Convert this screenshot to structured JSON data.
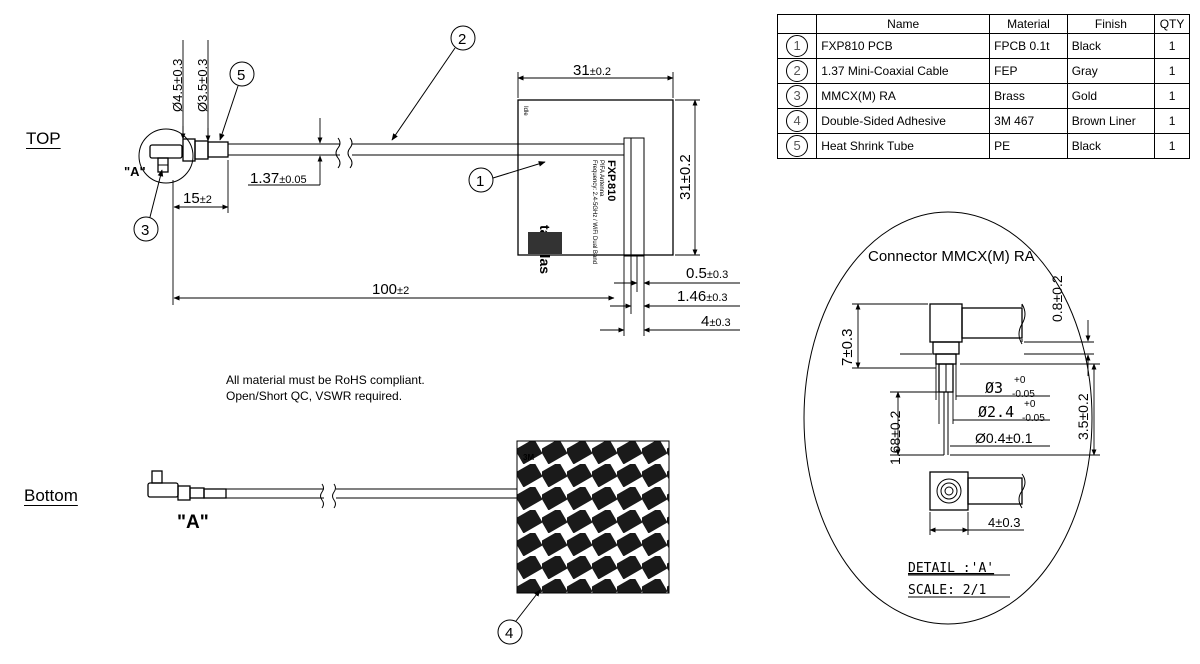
{
  "views": {
    "top_label": "TOP",
    "bottom_label": "Bottom"
  },
  "notes": {
    "line1": "All material must be RoHS compliant.",
    "line2": "Open/Short QC, VSWR required."
  },
  "bom": {
    "headers": [
      "",
      "Name",
      "Material",
      "Finish",
      "QTY"
    ],
    "rows": [
      {
        "num": "1",
        "name": "FXP810  PCB",
        "material": "FPCB 0.1t",
        "finish": "Black",
        "qty": "1"
      },
      {
        "num": "2",
        "name": "1.37 Mini-Coaxial Cable",
        "material": "FEP",
        "finish": "Gray",
        "qty": "1"
      },
      {
        "num": "3",
        "name": "MMCX(M) RA",
        "material": "Brass",
        "finish": "Gold",
        "qty": "1"
      },
      {
        "num": "4",
        "name": "Double-Sided Adhesive",
        "material": "3M 467",
        "finish": "Brown Liner",
        "qty": "1"
      },
      {
        "num": "5",
        "name": "Heat Shrink Tube",
        "material": "PE",
        "finish": "Black",
        "qty": "1"
      }
    ]
  },
  "top_view": {
    "detail_ref": "\"A\"",
    "dims": {
      "dia_4_5": "Ø4.5±0.3",
      "dia_3_5": "Ø3.5±0.3",
      "cable_dia": "1.37",
      "cable_dia_tol": "±0.05",
      "len_15": "15",
      "len_15_tol": "±2",
      "len_100": "100",
      "len_100_tol": "±2",
      "pcb_w": "31",
      "pcb_w_tol": "±0.2",
      "pcb_h": "31±0.2",
      "d_0_5": "0.5",
      "d_0_5_tol": "±0.3",
      "d_1_46": "1.46",
      "d_1_46_tol": "±0.3",
      "d_4": "4",
      "d_4_tol": "±0.3"
    },
    "balloons": [
      "1",
      "2",
      "3",
      "5"
    ],
    "pcb_text": {
      "brand": "taoglas",
      "model": "FXP.810",
      "sub1": "PIFA Antenna",
      "sub2": "Frequency: 2.4-5GHz / WiFi Dual Band",
      "side": "Idle"
    }
  },
  "bottom_view": {
    "detail_ref": "\"A\"",
    "adhesive_text": "3M",
    "balloon": "4"
  },
  "detail": {
    "title": "Connector MMCX(M) RA",
    "dims": {
      "h7": "7±0.3",
      "d08": "0.8±0.2",
      "dia3": "Ø3",
      "dia3_up": "+0",
      "dia3_lo": "-0.05",
      "dia24": "Ø2.4",
      "dia24_up": "+0",
      "dia24_lo": "-0.05",
      "dia04": "Ø0.4±0.1",
      "h168": "1.68±0.2",
      "h35": "3.5±0.2",
      "w4": "4±0.3"
    },
    "caption1": "DETAIL :'A'",
    "caption2": "SCALE: 2/1"
  }
}
